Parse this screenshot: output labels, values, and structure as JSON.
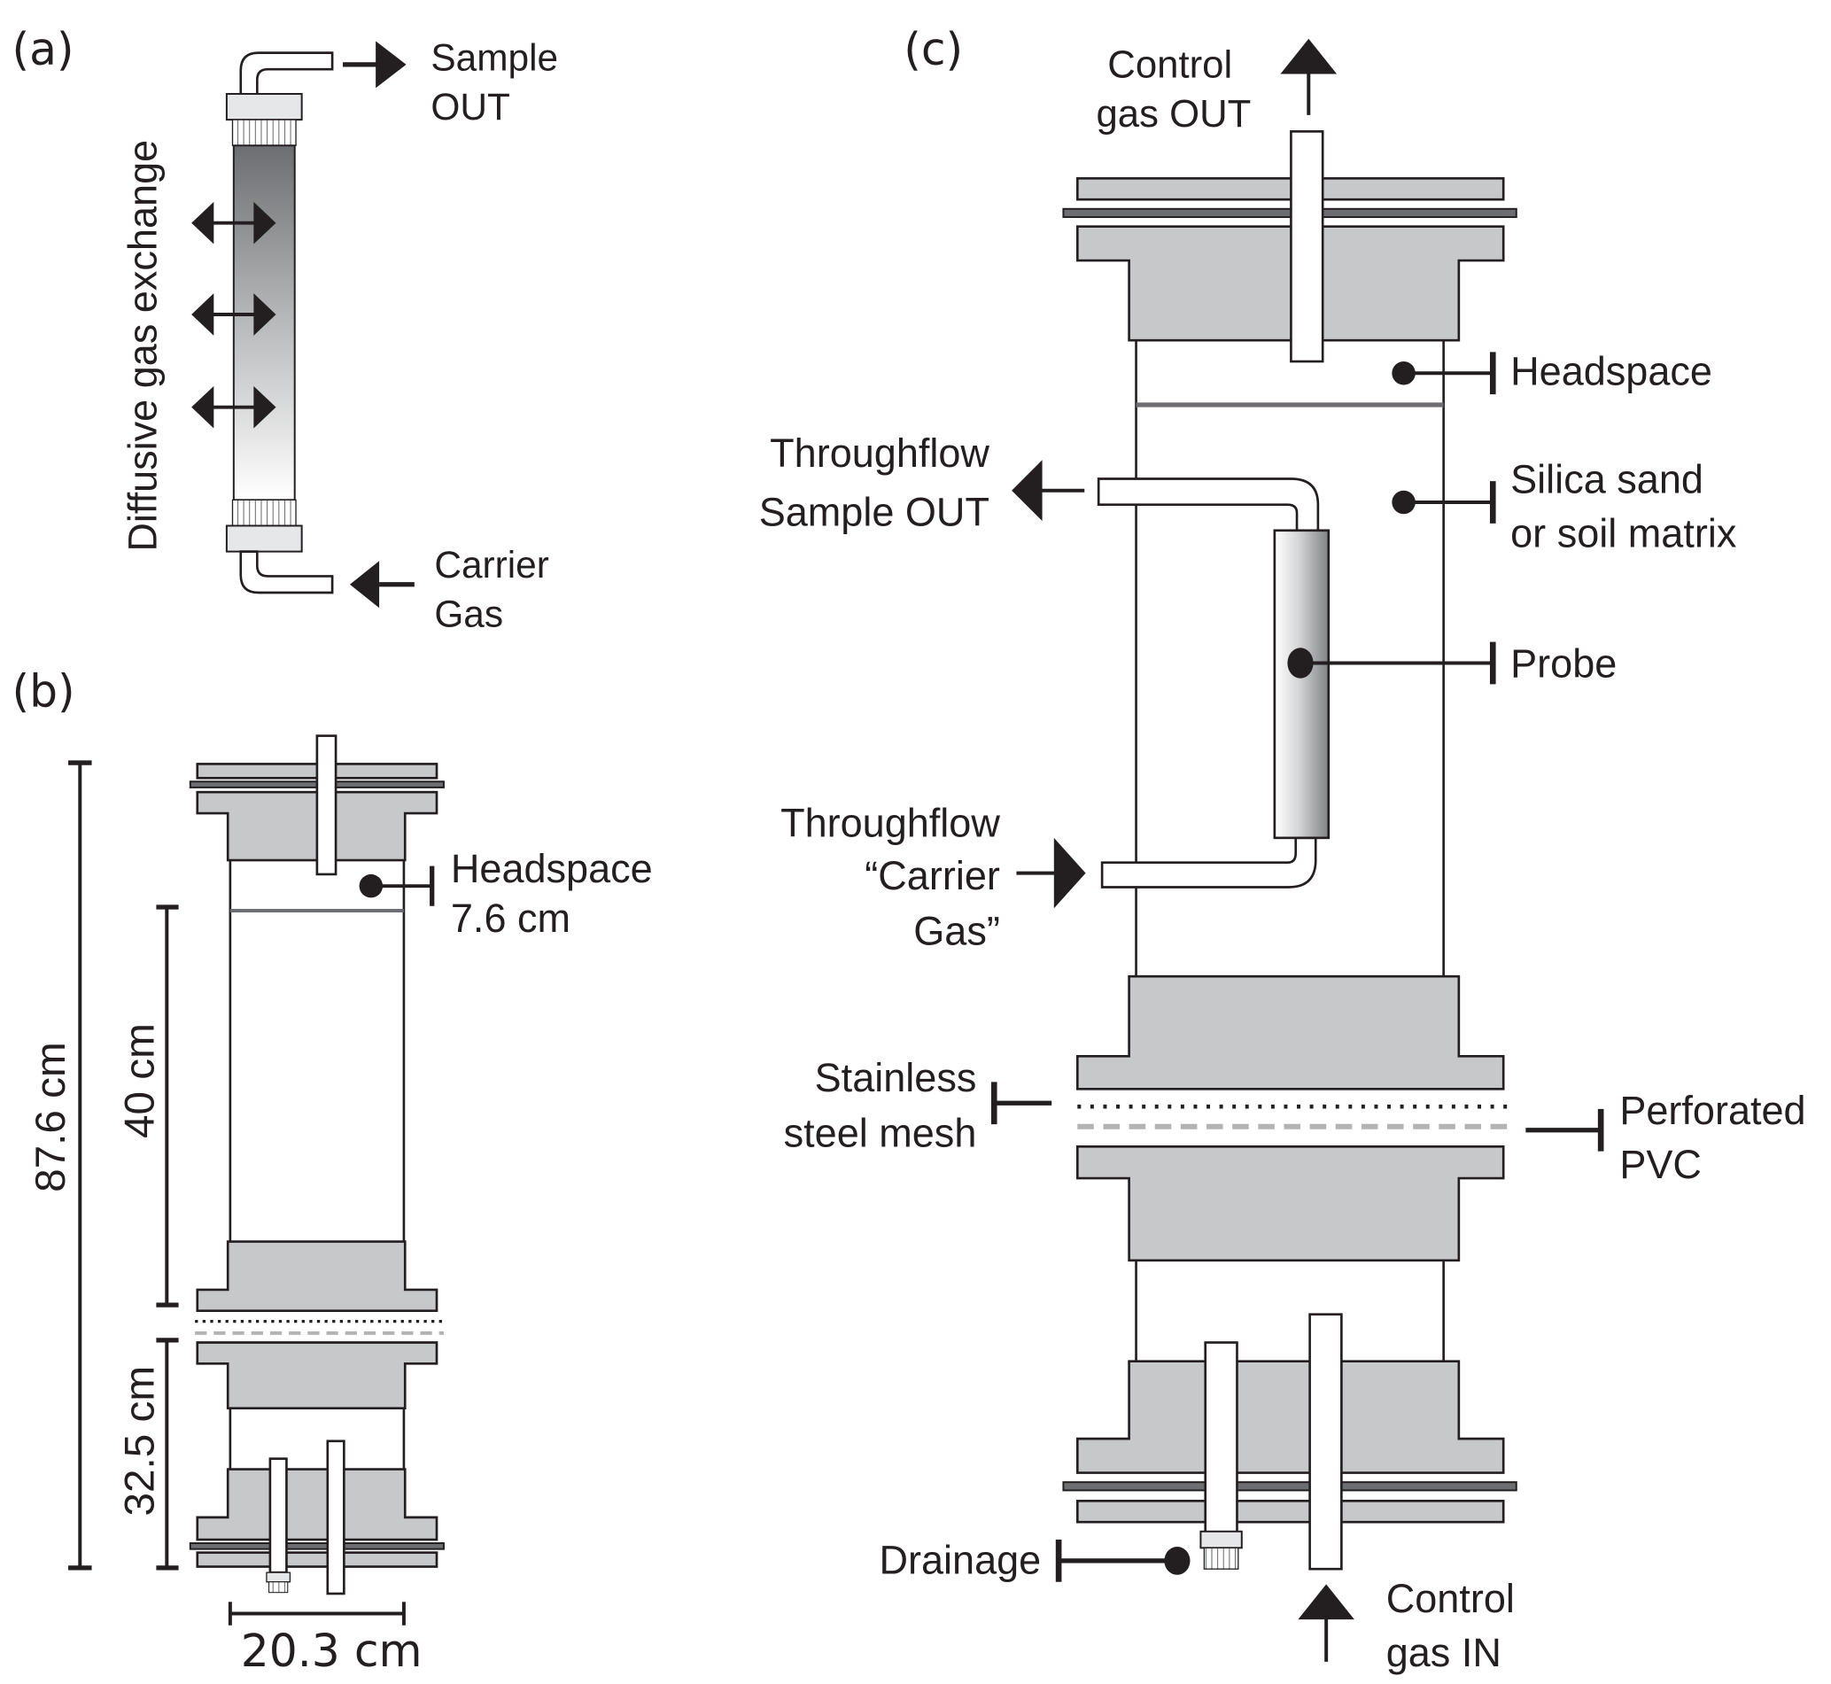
{
  "figure": {
    "panels": {
      "a": {
        "label": "(a)",
        "side_label": "Diffusive gas exchange",
        "sample_out": [
          "Sample",
          "OUT"
        ],
        "carrier_gas": [
          "Carrier",
          "Gas"
        ]
      },
      "b": {
        "label": "(b)",
        "headspace": [
          "Headspace",
          "7.6 cm"
        ],
        "dim_total": "87.6 cm",
        "dim_upper": "40 cm",
        "dim_lower": "32.5 cm",
        "dim_width": "20.3 cm"
      },
      "c": {
        "label": "(c)",
        "control_gas_out": [
          "Control",
          "gas OUT"
        ],
        "headspace": "Headspace",
        "throughflow_sample_out": [
          "Throughflow",
          "Sample OUT"
        ],
        "silica_sand": [
          "Silica sand",
          "or soil matrix"
        ],
        "probe": "Probe",
        "throughflow_carrier": [
          "Throughflow",
          "“Carrier",
          "Gas”"
        ],
        "stainless_mesh": [
          "Stainless",
          "steel mesh"
        ],
        "perforated_pvc": [
          "Perforated",
          "PVC"
        ],
        "drainage": "Drainage",
        "control_gas_in": [
          "Control",
          "gas IN"
        ]
      }
    },
    "colors": {
      "ink": "#231f20",
      "flange_gray": "#c7c8ca",
      "gasket_gray": "#6d6e71",
      "pvc_dash": "#b3b3b3"
    }
  }
}
